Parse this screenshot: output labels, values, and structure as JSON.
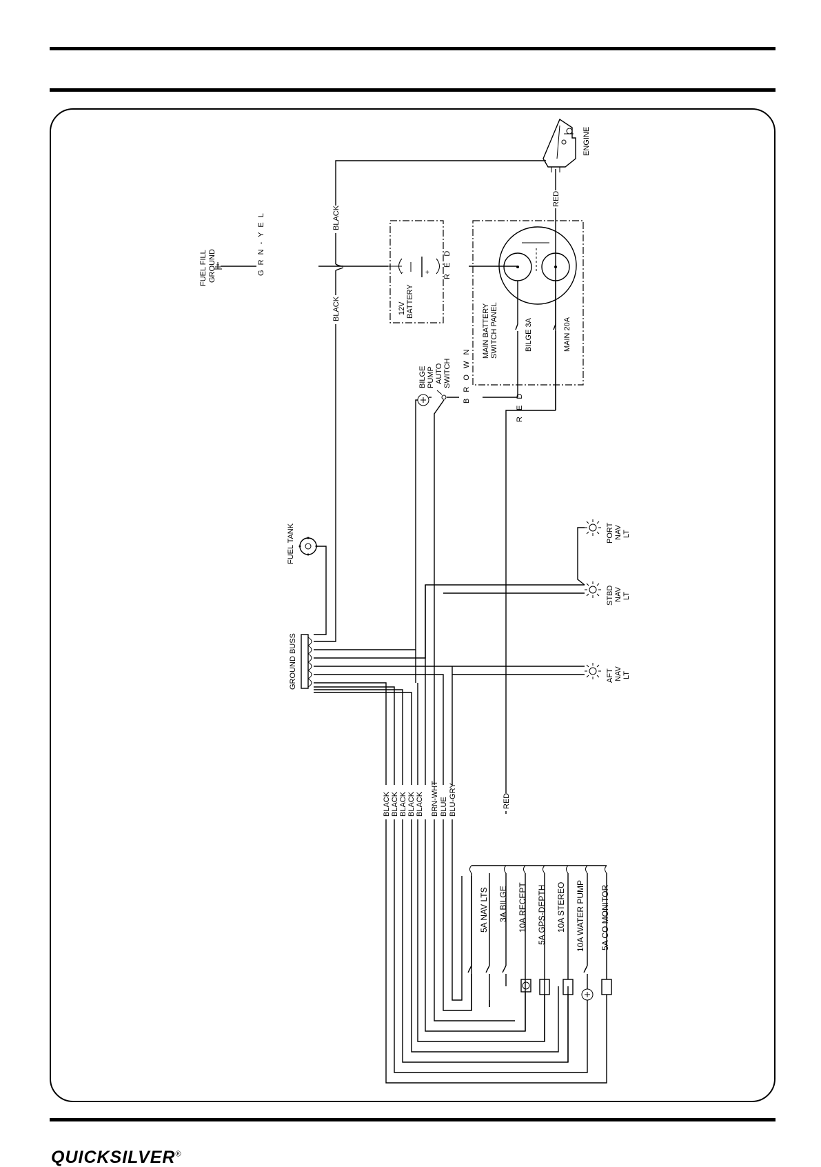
{
  "brand": "QUICKSILVER",
  "brand_mark": "®",
  "engine": "ENGINE",
  "fuel_fill": [
    "FUEL FILL",
    "GROUND"
  ],
  "battery": [
    "12V",
    "BATTERY"
  ],
  "switch_panel": [
    "MAIN BATTERY",
    "SWITCH PANEL"
  ],
  "bilge_3a": "BILGE 3A",
  "main_20a": "MAIN 20A",
  "bilge_pump": [
    "BILGE",
    "PUMP",
    "AUTO",
    "SWITCH"
  ],
  "fuel_tank": "FUEL TANK",
  "ground_buss": "GROUND BUSS",
  "port_nav": [
    "PORT",
    "NAV",
    "LT"
  ],
  "stbd_nav": [
    "STBD",
    "NAV",
    "LT"
  ],
  "aft_nav": [
    "AFT",
    "NAV",
    "LT"
  ],
  "wires": {
    "black": "BLACK",
    "red": "RED",
    "grn_yel": "G R N - Y E L",
    "red_spaced": "R E D",
    "brown": "B R O W N",
    "brn_wht": "BRN-WHT",
    "blue": "BLUE",
    "blu_gry": "BLU-GRY"
  },
  "circuits": [
    "5A NAV LTS",
    "3A BILGE",
    "10A RECEPT",
    "5A GPS-DEPTH",
    "10A STEREO",
    "10A WATER PUMP",
    "5A CO MONITOR"
  ]
}
